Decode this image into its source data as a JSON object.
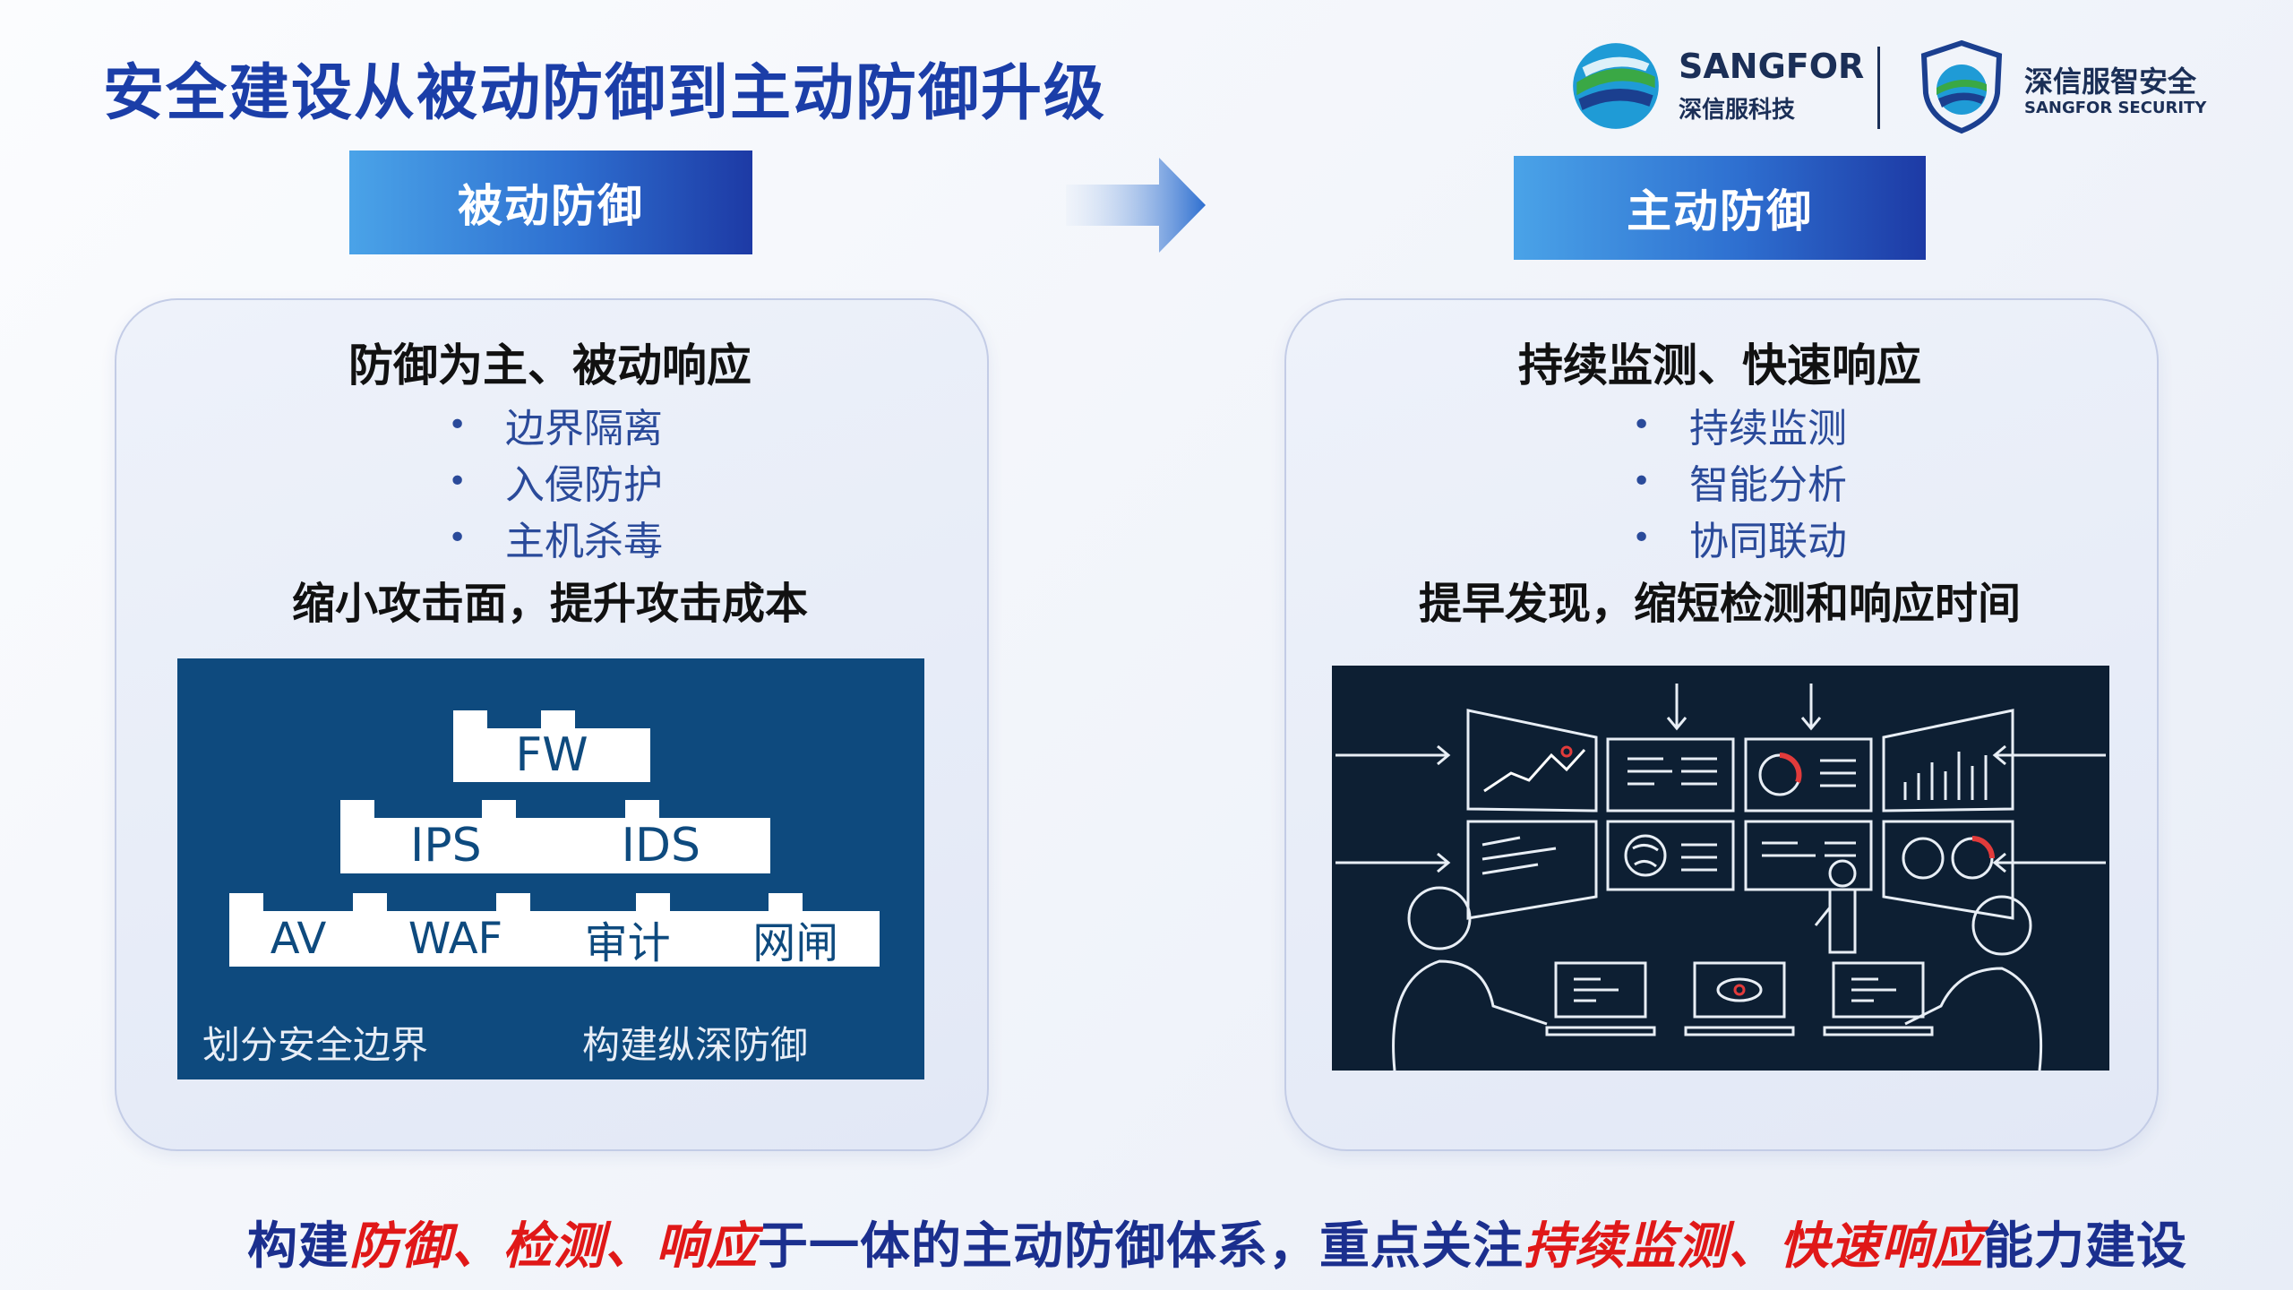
{
  "title": "安全建设从被动防御到主动防御升级",
  "logos": {
    "sangfor_name": "SANGFOR",
    "sangfor_cn": "深信服科技",
    "security_cn": "深信服智安全",
    "security_en": "SANGFOR SECURITY"
  },
  "left": {
    "tag": "被动防御",
    "heading": "防御为主、被动响应",
    "bullets": [
      "边界隔离",
      "入侵防护",
      "主机杀毒"
    ],
    "subhead": "缩小攻击面，提升攻击成本",
    "figure": {
      "top": "FW",
      "middle": [
        "IPS",
        "IDS"
      ],
      "bottom": [
        "AV",
        "WAF",
        "审计",
        "网闸"
      ],
      "caption_left": "划分安全边界",
      "caption_right": "构建纵深防御"
    }
  },
  "right": {
    "tag": "主动防御",
    "heading": "持续监测、快速响应",
    "bullets": [
      "持续监测",
      "智能分析",
      "协同联动"
    ],
    "subhead": "提早发现，缩短检测和响应时间"
  },
  "bottom": {
    "p1": "构建",
    "h1": "防御、检测、响应",
    "p2": "于一体的主动防御体系，重点关注",
    "h2": "持续监测、快速响应",
    "p3": "能力建设"
  },
  "colors": {
    "title": "#1b3ea8",
    "highlight": "#e01818",
    "bullet": "#2a4a9a",
    "figure_bg": "#0e4a7e",
    "ctrl_bg": "#0d1f33"
  }
}
